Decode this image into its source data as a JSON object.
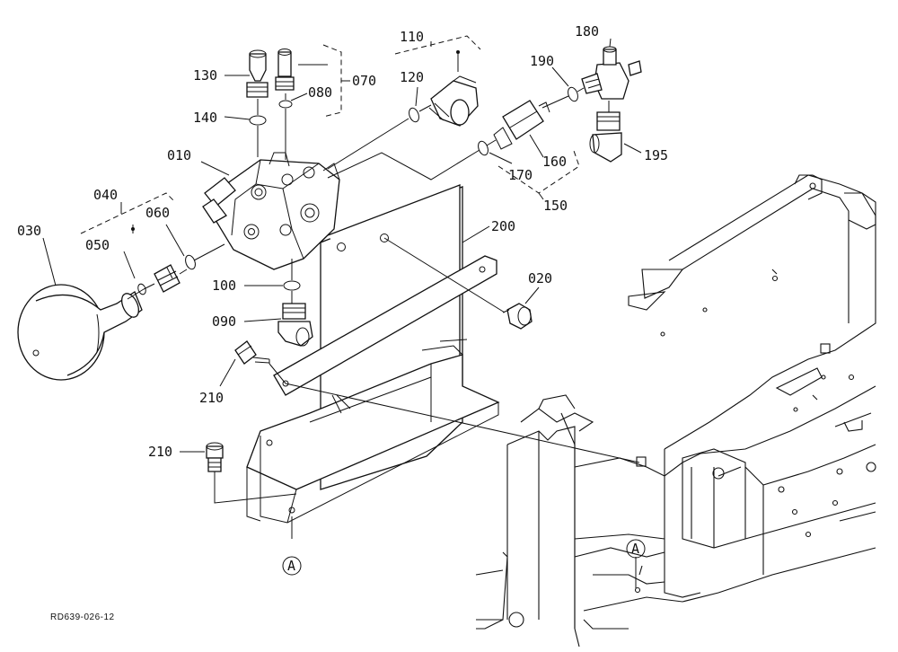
{
  "diagram": {
    "drawing_id": "RD639-026-12",
    "callouts": [
      "010",
      "020",
      "030",
      "040",
      "050",
      "060",
      "070",
      "080",
      "090",
      "100",
      "110",
      "120",
      "130",
      "140",
      "150",
      "160",
      "170",
      "180",
      "190",
      "195",
      "200",
      "210",
      "210"
    ],
    "view_markers": [
      "A",
      "A"
    ]
  }
}
